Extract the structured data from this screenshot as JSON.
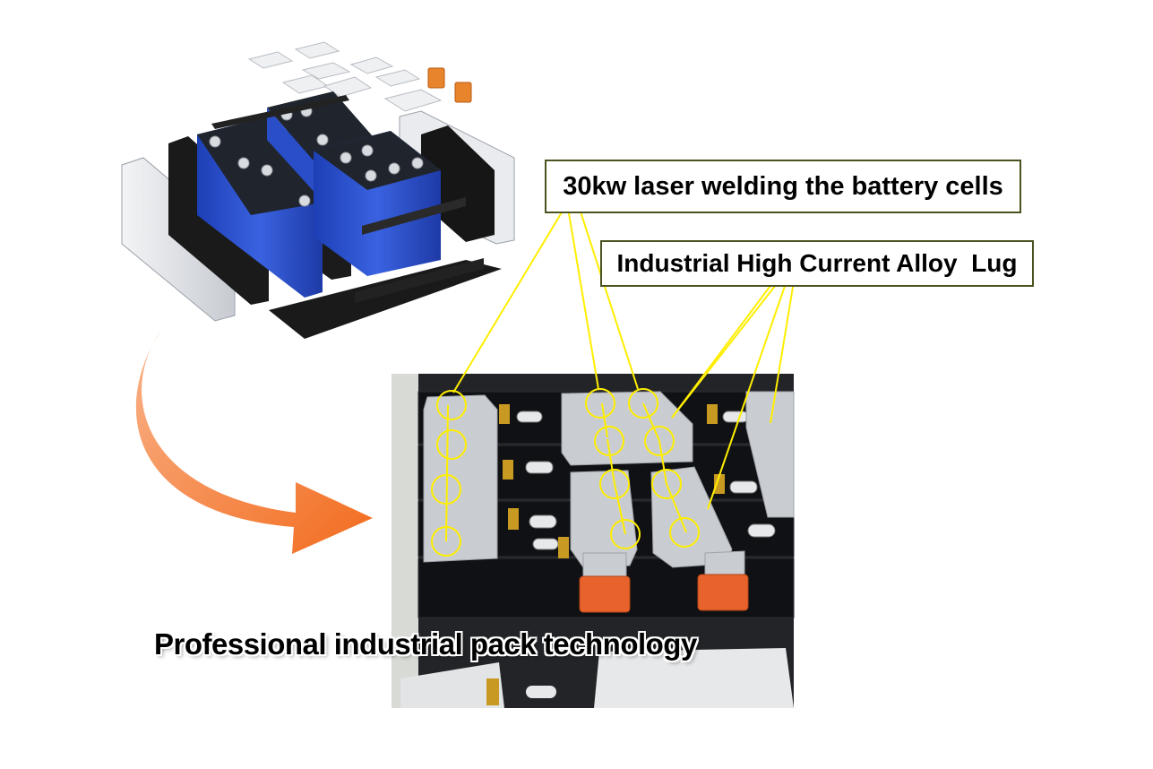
{
  "callouts": {
    "welding": "30kw laser welding the battery cells",
    "lug": "Industrial High Current Alloy  Lug"
  },
  "caption": "Professional industrial pack technology",
  "colors": {
    "callout_line": "#ffee00",
    "callout_border": "#4b5320",
    "arrow_start": "#f9b38a",
    "arrow_end": "#f26b1d",
    "cell_blue": "#2d4fc4",
    "busbar": "#c9cdd2",
    "terminal_cover": "#e8622c"
  },
  "icons": {
    "exploded_view": "battery-pack-exploded-illustration",
    "arrow": "curved-arrow-icon",
    "photo": "battery-pack-welding-photo"
  }
}
